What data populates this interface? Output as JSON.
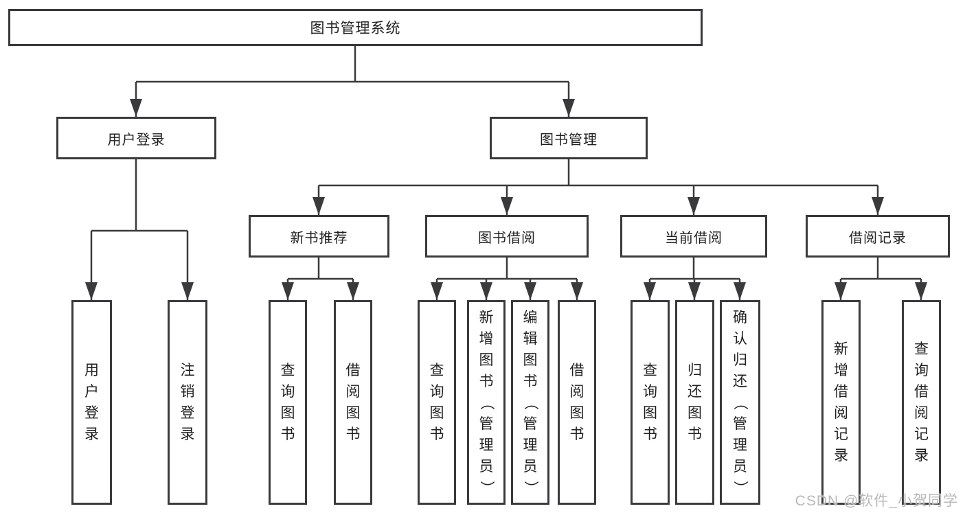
{
  "colors": {
    "line": "#3a3a3c",
    "text": "#1f1f1f",
    "background": "#ffffff",
    "watermark_color": "#b9b9b9"
  },
  "watermark": "CSDN @软件_小贺同学",
  "tree": {
    "root": "图书管理系统",
    "level2": [
      {
        "label": "用户登录"
      },
      {
        "label": "图书管理"
      }
    ],
    "level3": [
      {
        "label": "新书推荐"
      },
      {
        "label": "图书借阅"
      },
      {
        "label": "当前借阅"
      },
      {
        "label": "借阅记录"
      }
    ],
    "leaves": {
      "login": [
        "用户登录",
        "注销登录"
      ],
      "recommend": [
        "查询图书",
        "借阅图书"
      ],
      "borrow": [
        "查询图书",
        "新增图书（管理员）",
        "编辑图书（管理员）",
        "借阅图书"
      ],
      "current": [
        "查询图书",
        "归还图书",
        "确认归还（管理员）"
      ],
      "records": [
        "新增借阅记录",
        "查询借阅记录"
      ]
    }
  }
}
